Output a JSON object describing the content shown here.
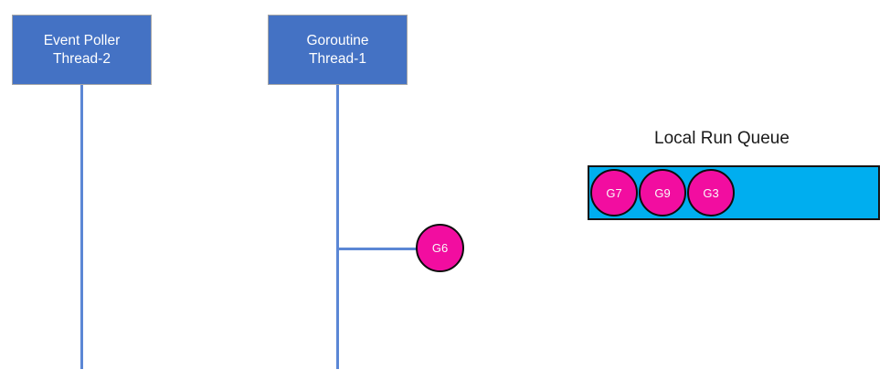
{
  "diagram": {
    "threads": [
      {
        "name_line1": "Event Poller",
        "name_line2": "Thread-2"
      },
      {
        "name_line1": "Goroutine",
        "name_line2": "Thread-1"
      }
    ],
    "running_goroutine": {
      "label": "G6"
    },
    "run_queue": {
      "title": "Local Run Queue",
      "items": [
        {
          "label": "G7"
        },
        {
          "label": "G9"
        },
        {
          "label": "G3"
        }
      ]
    },
    "colors": {
      "thread_box_fill": "#4472C4",
      "thread_box_border": "#A6A6A6",
      "lifeline": "#5B87D5",
      "queue_fill": "#00AEEF",
      "queue_border": "#141414",
      "goroutine_fill": "#F20DA0",
      "goroutine_border": "#0D0D0D",
      "goroutine_text": "#FAFAFA",
      "title_text": "#1A1A1A"
    }
  }
}
